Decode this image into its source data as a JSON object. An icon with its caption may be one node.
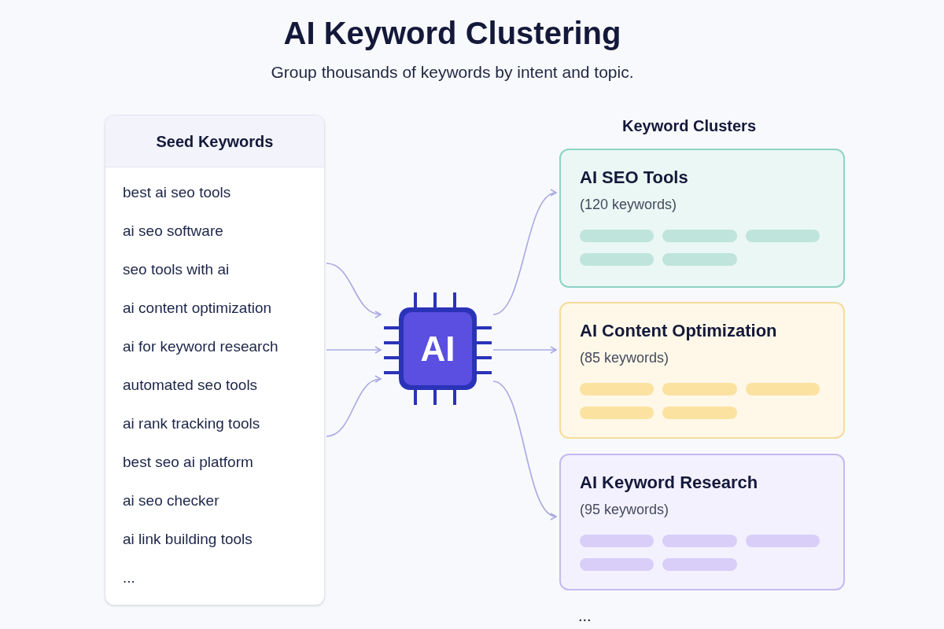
{
  "diagram": {
    "title": "AI Keyword Clustering",
    "nodes": [
      {
        "text": [
          "Seed Keywords",
          "best ai seo tools",
          "ai seo software",
          "seo tools with ai",
          "ai content optimization",
          "ai for keyword research",
          "automated seo tools",
          "ai rank tracking tools",
          "best seo ai platform",
          "ai seo checker",
          "ai link building tools",
          "..."
        ]
      },
      {
        "text": [
          "AI"
        ]
      },
      {
        "text": [
          "AI SEO Tools",
          "(120 keywords)"
        ]
      },
      {
        "text": [
          "AI Content Optimization",
          "(85 keywords)"
        ]
      },
      {
        "text": [
          "AI Keyword Research",
          "(95 keywords)"
        ]
      }
    ],
    "edges": [
      {
        "from": 0,
        "to": 1,
        "arrow": "to"
      },
      {
        "from": 0,
        "to": 1,
        "arrow": "to"
      },
      {
        "from": 0,
        "to": 1,
        "arrow": "to"
      },
      {
        "from": 1,
        "to": 2,
        "arrow": "to"
      },
      {
        "from": 1,
        "to": 3,
        "arrow": "to"
      },
      {
        "from": 1,
        "to": 4,
        "arrow": "to"
      }
    ],
    "labels": [
      "Group thousands of keywords by intent and topic.",
      "Keyword Clusters",
      "..."
    ]
  }
}
